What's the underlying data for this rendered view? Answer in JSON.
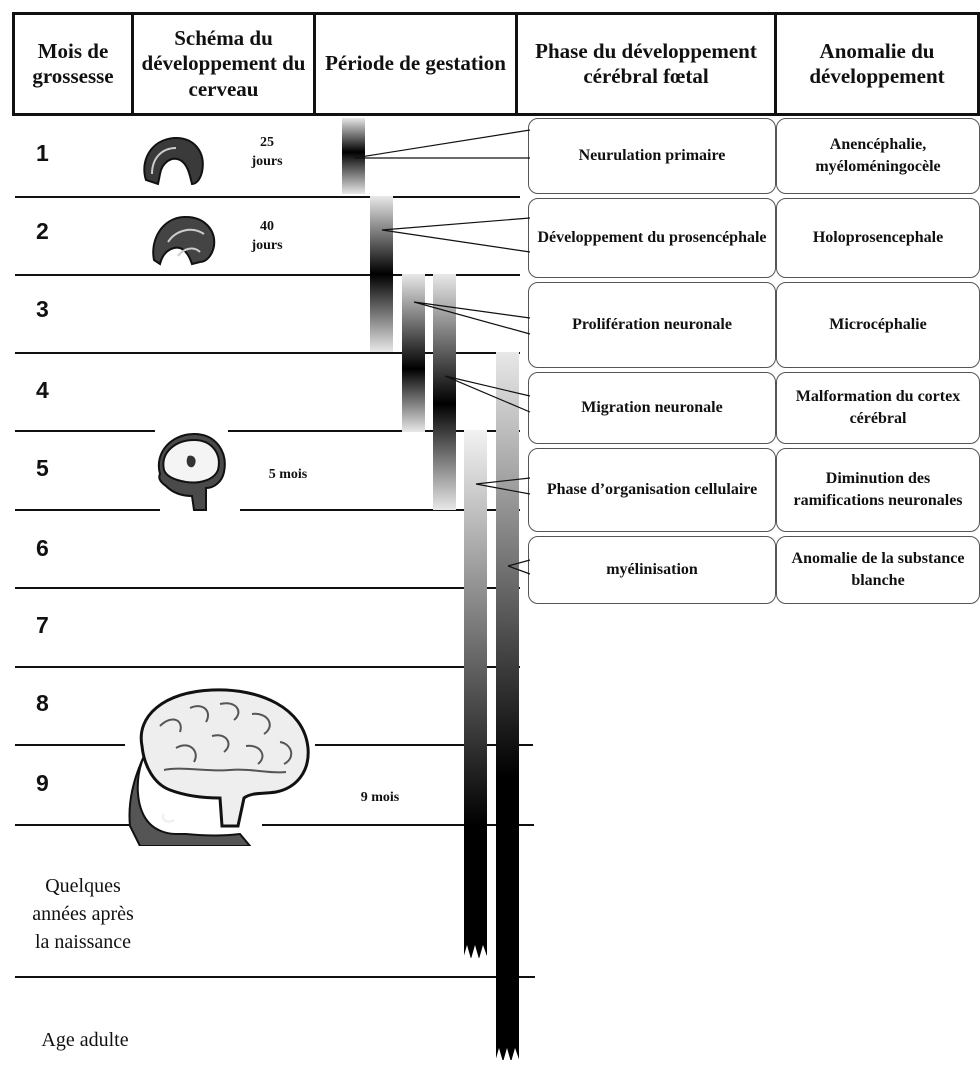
{
  "headers": [
    "Mois de grossesse",
    "Schéma du développement du cerveau",
    "Période de gestation",
    "Phase du développement cérébral fœtal",
    "Anomalie du développement"
  ],
  "months": [
    "1",
    "2",
    "3",
    "4",
    "5",
    "6",
    "7",
    "8",
    "9"
  ],
  "after_birth_label": "Quelques années après la naissance",
  "adult_label": "Age adulte",
  "brain_schemas": [
    {
      "label_line1": "25",
      "label_line2": "jours",
      "icon": "embryo-brain-25-days-icon"
    },
    {
      "label_line1": "40",
      "label_line2": "jours",
      "icon": "embryo-brain-40-days-icon"
    },
    {
      "label_line1": "5 mois",
      "label_line2": "",
      "icon": "fetal-head-5-months-icon"
    },
    {
      "label_line1": "9 mois",
      "label_line2": "",
      "icon": "brain-head-9-months-icon"
    }
  ],
  "phases": [
    {
      "name": "Neurulation primaire",
      "anomaly": "Anencéphalie, myéloméningocèle"
    },
    {
      "name": "Développement du prosencéphale",
      "anomaly": "Holoprosencephale"
    },
    {
      "name": "Prolifération neuronale",
      "anomaly": "Microcéphalie"
    },
    {
      "name": "Migration neuronale",
      "anomaly": "Malformation du cortex cérébral"
    },
    {
      "name": "Phase d’organisation cellulaire",
      "anomaly": "Diminution des ramifications neuronales"
    },
    {
      "name": "myélinisation",
      "anomaly": "Anomalie de la substance blanche"
    }
  ],
  "colors": {
    "ink": "#111111",
    "bar_dark": "#000000",
    "bar_light": "#e8e8e8",
    "box_border": "#555555"
  }
}
